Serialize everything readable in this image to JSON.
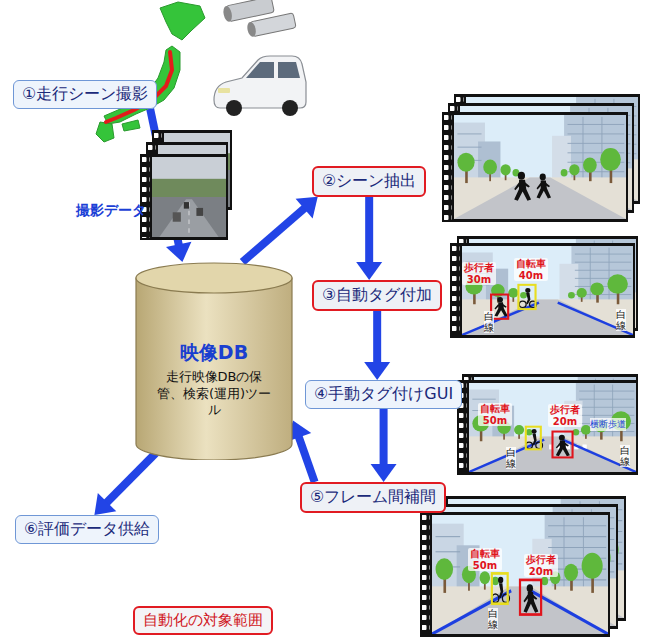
{
  "diagram": {
    "nodes": [
      {
        "text": [
          "①走行シーン撮影"
        ]
      },
      {
        "text": [
          "映像DB",
          "走行映像DBの保管、検索(運用)ツール"
        ]
      },
      {
        "text": [
          "②シーン抽出"
        ]
      },
      {
        "text": [
          "③自動タグ付加"
        ]
      },
      {
        "text": [
          "④手動タグ付けGUI"
        ]
      },
      {
        "text": [
          "⑤フレーム間補間"
        ]
      },
      {
        "text": [
          "⑥評価データ供給"
        ]
      }
    ],
    "edges": [
      {
        "from": 0,
        "to": 1,
        "arrow": "to"
      },
      {
        "from": 1,
        "to": 2,
        "arrow": "to"
      },
      {
        "from": 2,
        "to": 3,
        "arrow": "to"
      },
      {
        "from": 3,
        "to": 4,
        "arrow": "to"
      },
      {
        "from": 4,
        "to": 5,
        "arrow": "to"
      },
      {
        "from": 5,
        "to": 1,
        "arrow": "to"
      },
      {
        "from": 1,
        "to": 6,
        "arrow": "to"
      }
    ],
    "labels": [
      "撮影データ",
      "歩行者 30m",
      "自転車 40m",
      "白線",
      "白線",
      "自転車 50m",
      "歩行者 20m",
      "横断歩道",
      "白線",
      "白線",
      "自転車 50m",
      "歩行者 20m",
      "白線"
    ],
    "legend": [
      {
        "text": "自動化の対象範囲"
      }
    ]
  }
}
